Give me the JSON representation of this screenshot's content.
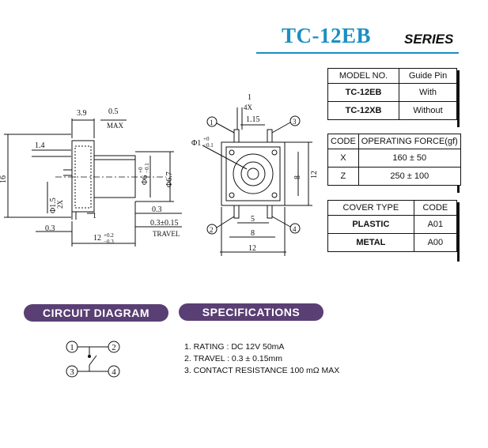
{
  "header": {
    "title": "TC-12EB",
    "subtitle": "SERIES"
  },
  "model_table": {
    "headers": [
      "MODEL NO.",
      "Guide Pin"
    ],
    "rows": [
      [
        "TC-12EB",
        "With"
      ],
      [
        "TC-12XB",
        "Without"
      ]
    ]
  },
  "force_table": {
    "headers": [
      "CODE",
      "OPERATING FORCE(gf)"
    ],
    "rows": [
      [
        "X",
        "160 ± 50"
      ],
      [
        "Z",
        "250 ± 100"
      ]
    ]
  },
  "cover_table": {
    "headers": [
      "COVER TYPE",
      "CODE"
    ],
    "rows": [
      [
        "PLASTIC",
        "A01"
      ],
      [
        "METAL",
        "A00"
      ]
    ]
  },
  "side_view": {
    "dim_39": "3.9",
    "dim_05": "0.5",
    "dim_max": "MAX",
    "dim_14": "1.4",
    "dim_16": "16",
    "dim_15": "Φ1.5",
    "dim_2x": "2X",
    "dim_1": "1",
    "dim_03": "0.3",
    "dim_12": "12",
    "dim_12_plus": "+0.2",
    "dim_12_minus": "−0.3",
    "dim_phi6": "Φ6",
    "dim_phi6_plus": "+0",
    "dim_phi6_minus": "−0.1",
    "dim_phi67": "Φ6.7",
    "dim_03b": "0.3",
    "travel_value": "0.3±0.15",
    "travel_label": "TRAVEL"
  },
  "front_view": {
    "dim_1": "1",
    "dim_4x": "4X",
    "dim_115": "1.15",
    "dim_phi1": "Φ1",
    "dim_phi1_plus": "+0",
    "dim_phi1_minus": "−0.1",
    "dim_8v": "8",
    "dim_12v": "12",
    "dim_5": "5",
    "dim_8h": "8",
    "dim_12h": "12",
    "pins": [
      "1",
      "2",
      "3",
      "4"
    ]
  },
  "circuit": {
    "label": "CIRCUIT DIAGRAM",
    "pins": [
      "1",
      "2",
      "3",
      "4"
    ]
  },
  "specifications": {
    "label": "SPECIFICATIONS",
    "items": [
      "1. RATING : DC 12V  50mA",
      "2. TRAVEL : 0.3 ± 0.15mm",
      "3. CONTACT RESISTANCE 100 mΩ MAX"
    ]
  }
}
